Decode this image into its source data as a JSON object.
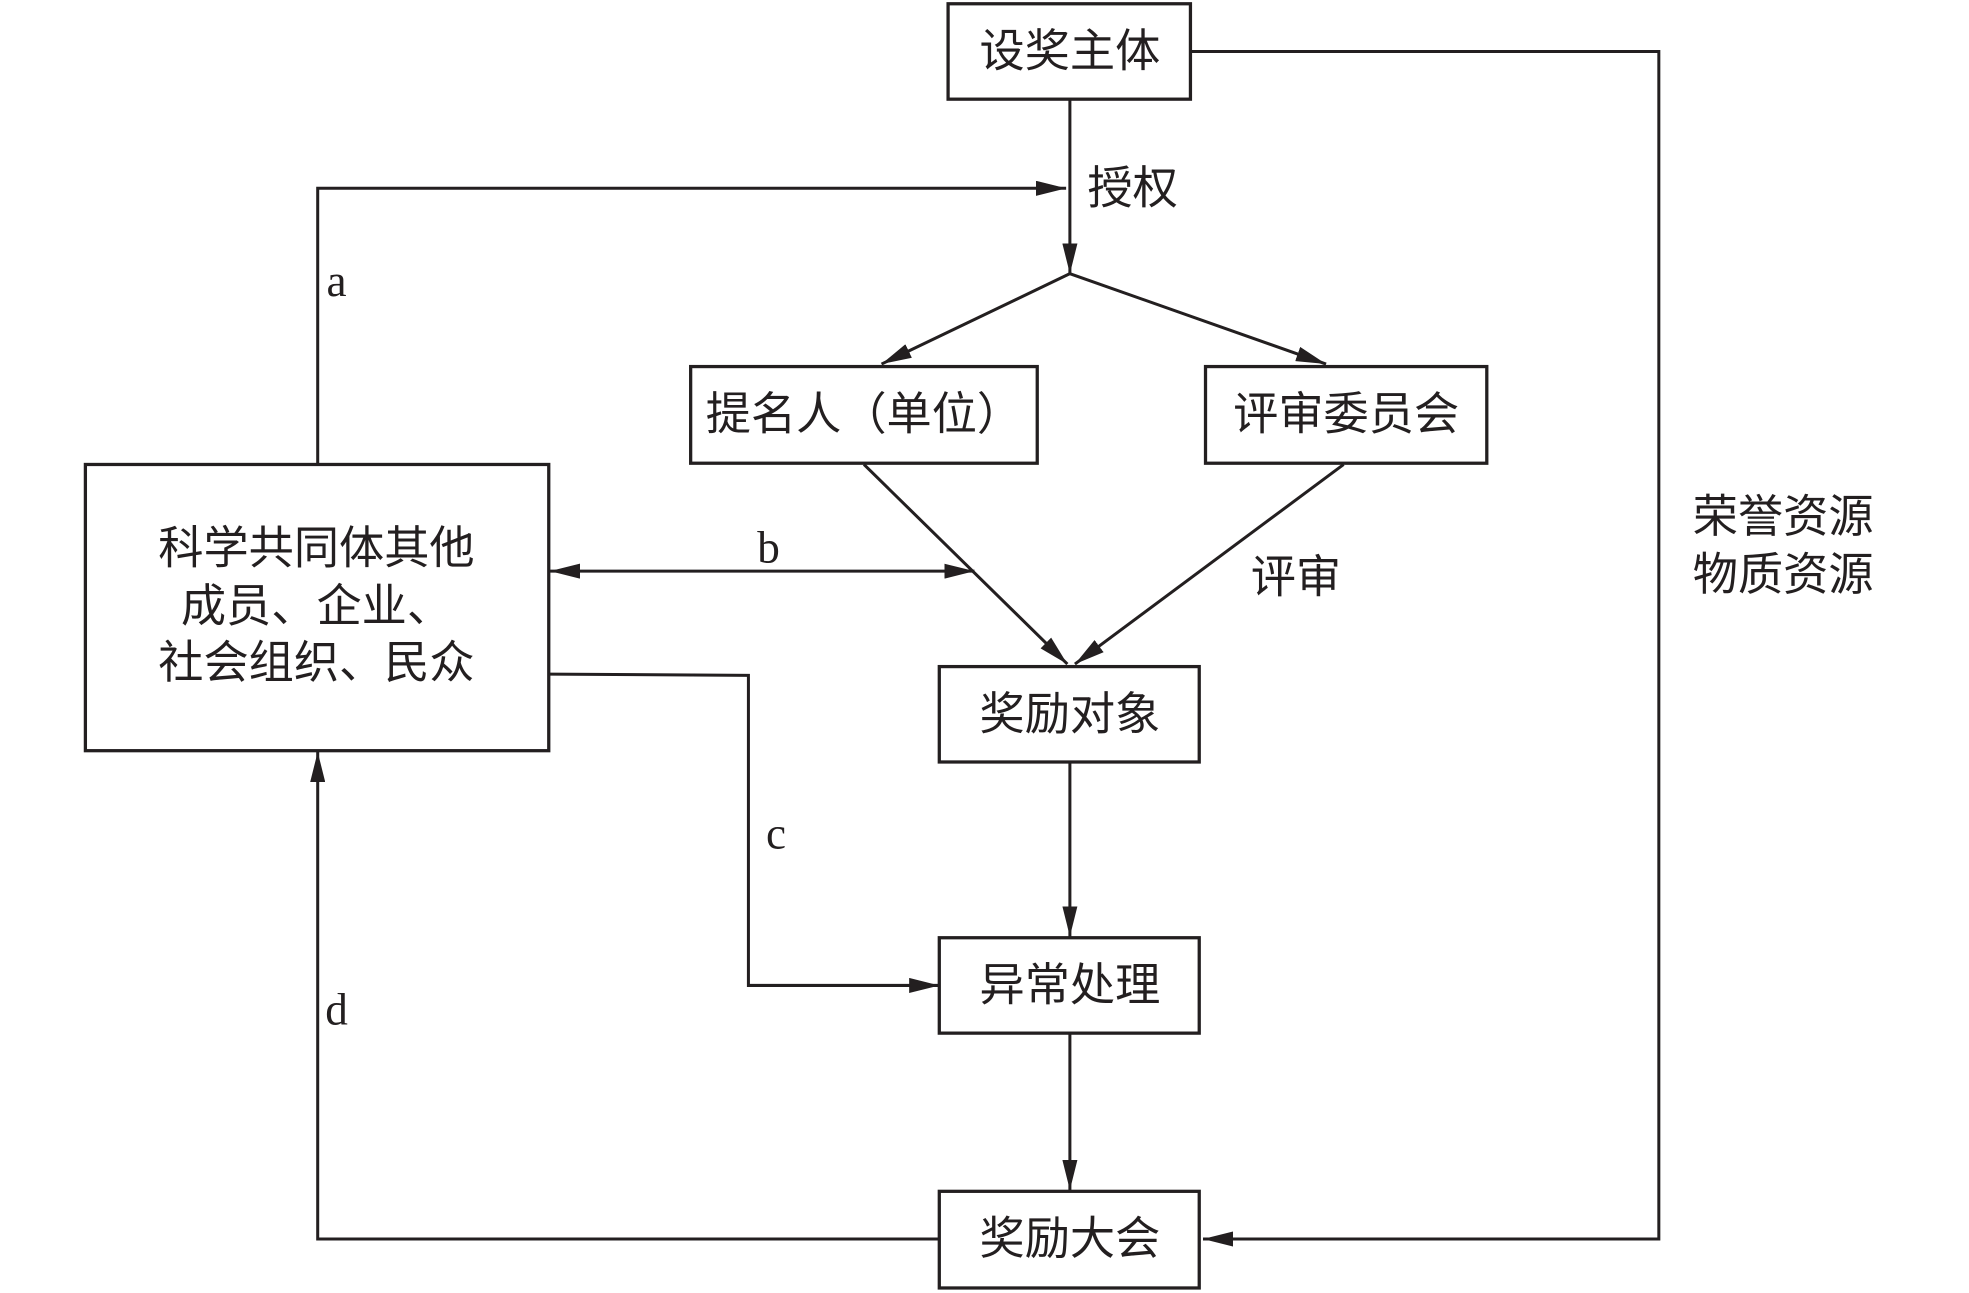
{
  "nodes": {
    "award_sponsor": "设奖主体",
    "nominator": "提名人（单位）",
    "review_committee": "评审委员会",
    "award_recipient": "奖励对象",
    "exception_handling": "异常处理",
    "award_ceremony": "奖励大会",
    "community_lines": [
      "科学共同体其他",
      "成员、企业、",
      "社会组织、民众"
    ]
  },
  "edge_labels": {
    "authorize": "授权",
    "review": "评审",
    "a": "a",
    "b": "b",
    "c": "c",
    "d": "d"
  },
  "resources": [
    "荣誉资源",
    "物质资源"
  ]
}
